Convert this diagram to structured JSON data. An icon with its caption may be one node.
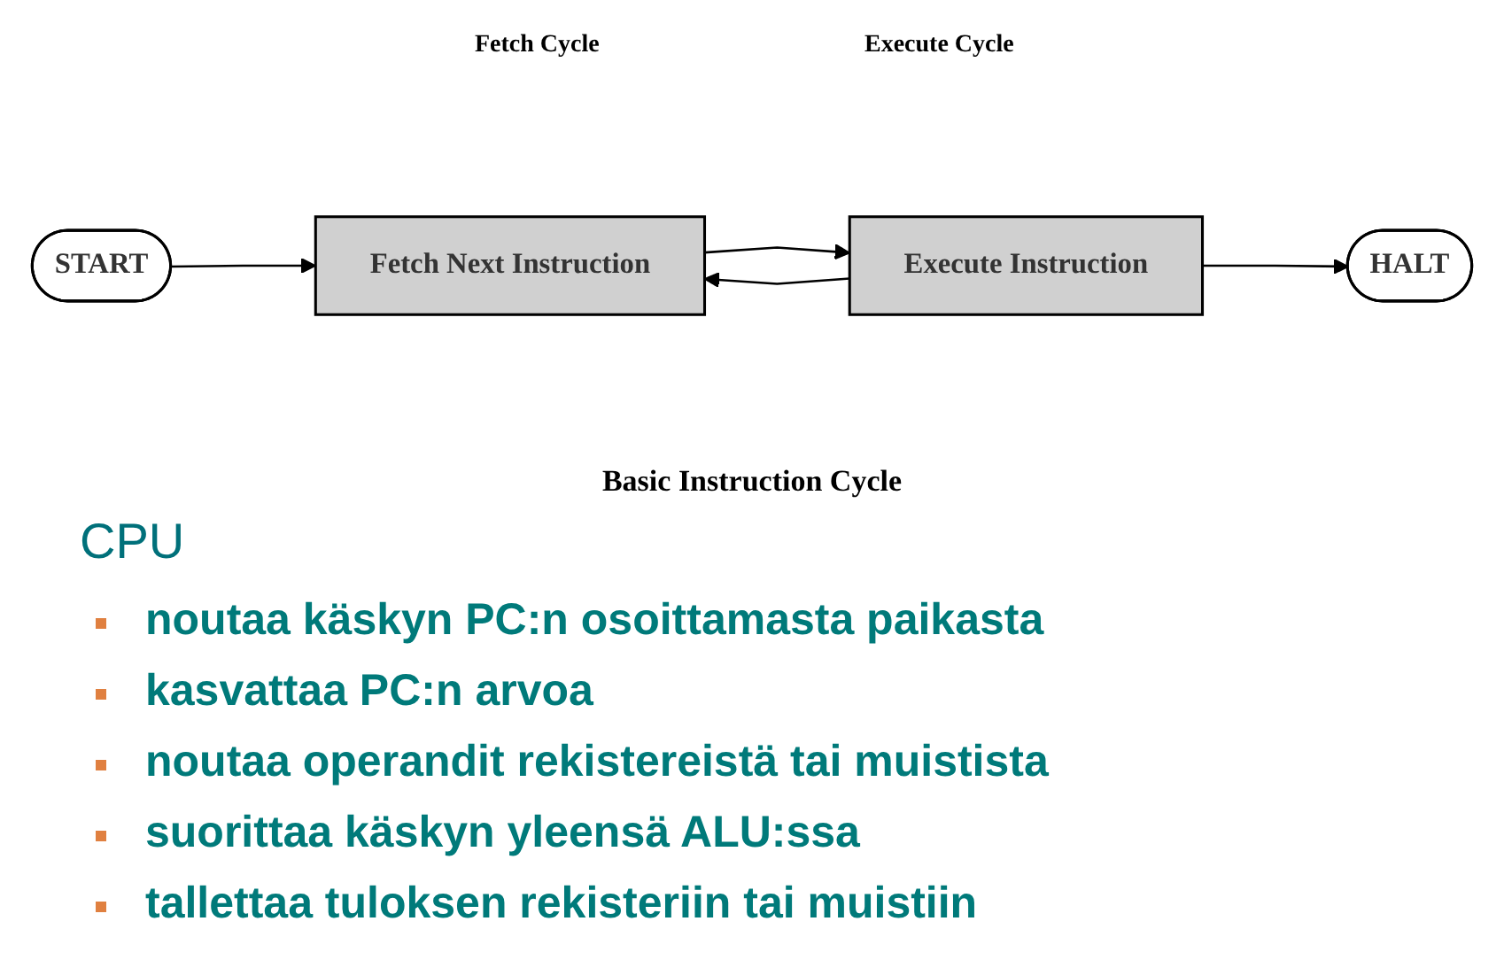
{
  "diagram": {
    "caption": "Basic Instruction Cycle",
    "nodes": [
      {
        "text": [
          "START"
        ]
      },
      {
        "text": [
          "Fetch Next Instruction"
        ]
      },
      {
        "text": [
          "Execute Instruction"
        ]
      },
      {
        "text": [
          "HALT"
        ]
      }
    ],
    "edges": [
      {
        "from": 0,
        "to": 1,
        "arrow": "to"
      },
      {
        "from": 1,
        "to": 2,
        "arrow": "to"
      },
      {
        "from": 2,
        "to": 3,
        "arrow": "to"
      },
      {
        "from": 2,
        "to": 1,
        "arrow": "to"
      }
    ],
    "labels": [
      "Fetch Cycle",
      "Execute Cycle",
      "CPU",
      "noutaa käskyn PC:n osoittamasta paikasta",
      "kasvattaa PC:n arvoa",
      "noutaa operandit rekistereistä tai muistista",
      "suorittaa käskyn yleensä ALU:ssa",
      "tallettaa tuloksen rekisteriin tai muistiin"
    ]
  }
}
